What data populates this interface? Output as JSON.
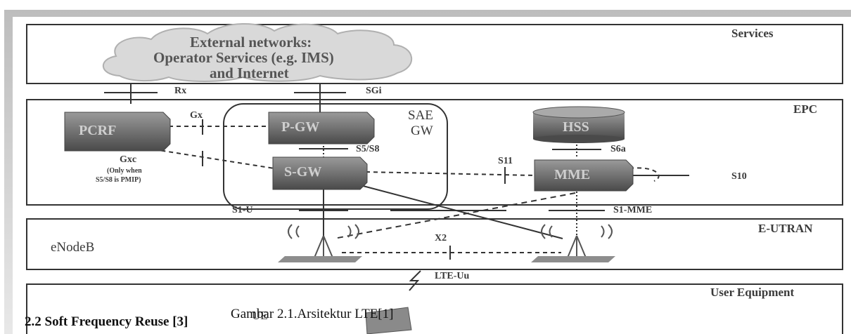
{
  "layers": {
    "services": "Services",
    "epc": "EPC",
    "eutran": "E-UTRAN",
    "ue": "User Equipment"
  },
  "cloud": {
    "line1": "External networks:",
    "line2": "Operator Services (e.g. IMS)",
    "line3": "and Internet"
  },
  "nodes": {
    "pcrf": "PCRF",
    "pgw": "P-GW",
    "sgw": "S-GW",
    "hss": "HSS",
    "mme": "MME",
    "sae_gw_line1": "SAE",
    "sae_gw_line2": "GW",
    "enodeb": "eNodeB",
    "ue": "UE"
  },
  "interfaces": {
    "rx": "Rx",
    "sgi": "SGi",
    "gx": "Gx",
    "gxc": "Gxc",
    "gxc_note_line1": "(Only when",
    "gxc_note_line2": "S5/S8 is PMIP)",
    "s5s8": "S5/S8",
    "s6a": "S6a",
    "s11": "S11",
    "s10": "S10",
    "s1u": "S1-U",
    "s1mme": "S1-MME",
    "x2": "X2",
    "lteuu": "LTE-Uu"
  },
  "caption": "Gambar 2.1.Arsitektur LTE[1]",
  "section_heading": "2.2 Soft Frequency Reuse [3]"
}
